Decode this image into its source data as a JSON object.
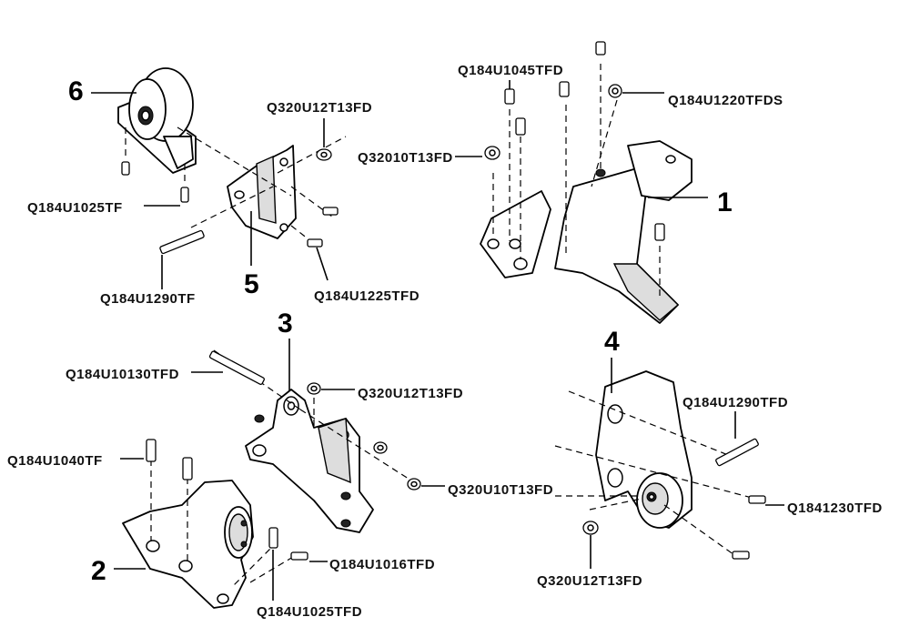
{
  "callouts": {
    "c1": "1",
    "c2": "2",
    "c3": "3",
    "c4": "4",
    "c5": "5",
    "c6": "6"
  },
  "labels": {
    "q184u1045tfd": "Q184U1045TFD",
    "q184u1220tfds": "Q184U1220TFDS",
    "q32010t13fd": "Q32010T13FD",
    "q320u12t13fd_top": "Q320U12T13FD",
    "q184u1025tf": "Q184U1025TF",
    "q184u1290tf": "Q184U1290TF",
    "q184u1225tfd": "Q184U1225TFD",
    "q184u10130tfd": "Q184U10130TFD",
    "q320u12t13fd_mid": "Q320U12T13FD",
    "q184u1040tf": "Q184U1040TF",
    "q320u10t13fd": "Q320U10T13FD",
    "q184u1016tfd": "Q184U1016TFD",
    "q184u1025tfd": "Q184U1025TFD",
    "q184u1290tfd": "Q184U1290TFD",
    "q1841230tfd": "Q1841230TFD",
    "q320u12t13fd_bot": "Q320U12T13FD"
  }
}
